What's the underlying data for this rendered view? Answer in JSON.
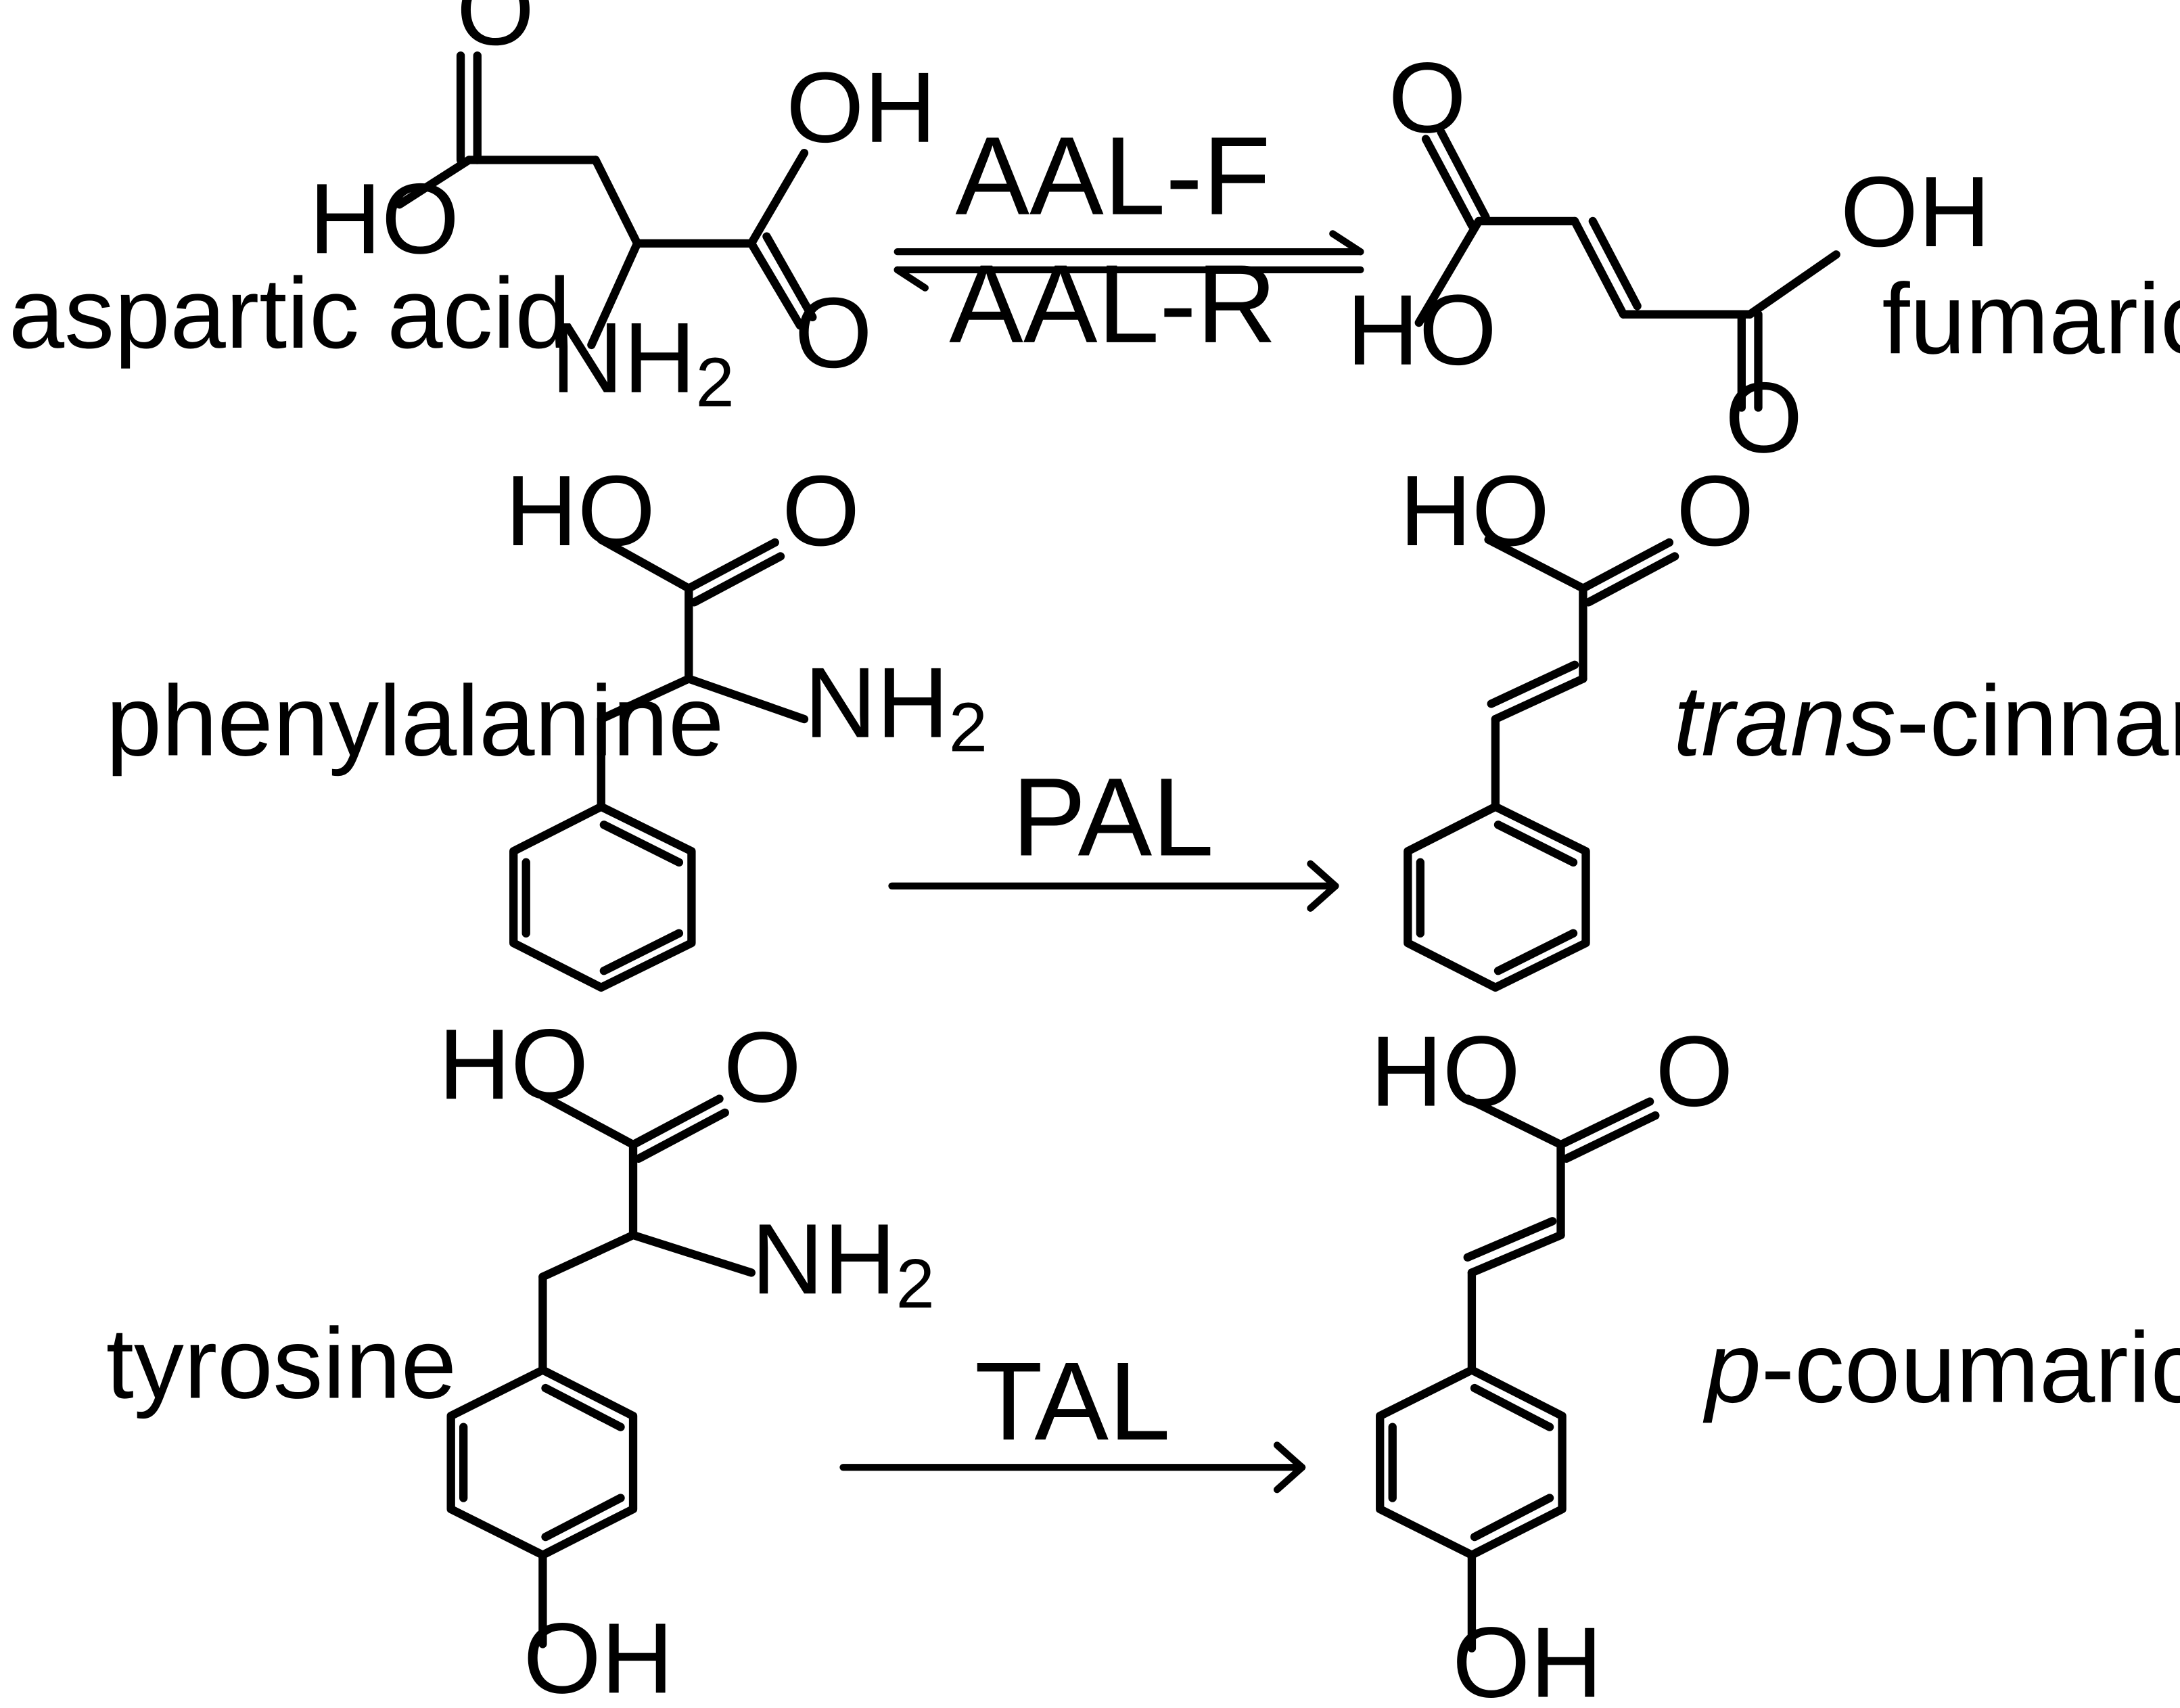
{
  "diagram": {
    "reactions": [
      {
        "substrate": "aspartic acid",
        "product": "fumaric acid",
        "forward_enzyme": "AAL-F",
        "reverse_enzyme": "AAL-R",
        "reversible": true
      },
      {
        "substrate": "phenylalanine",
        "product_prefix": "trans",
        "product_suffix": "-cinnamic acid",
        "enzyme": "PAL",
        "reversible": false
      },
      {
        "substrate": "tyrosine",
        "product_prefix": "p",
        "product_suffix": "-coumaric acid",
        "enzyme": "TAL",
        "reversible": false
      }
    ],
    "atoms": {
      "hydroxyl": "HO",
      "hydroxyl_right": "OH",
      "oxygen": "O",
      "amine": "NH",
      "amine_subscript": "2"
    }
  }
}
